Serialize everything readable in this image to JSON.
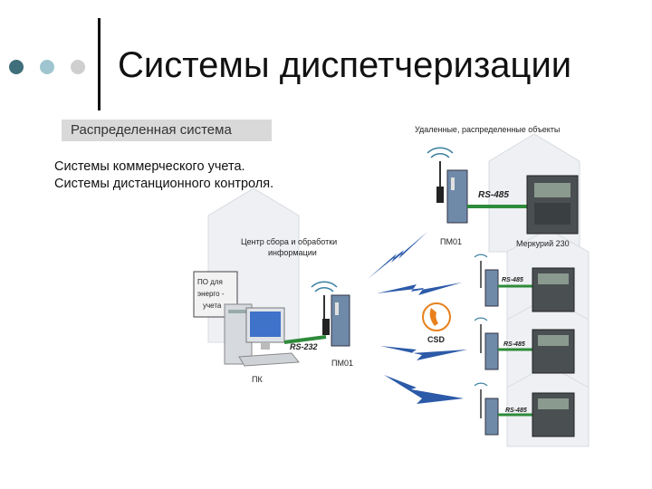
{
  "slide": {
    "title": "Системы диспетчеризации",
    "subtitle": "Распределенная система",
    "lines": [
      "Системы коммерческого учета.",
      "Системы дистанционного контроля."
    ]
  },
  "diagram": {
    "remote_objects_label": "Удаленные, распределенные объекты",
    "center_label_line1": "Центр сбора и обработки",
    "center_label_line2": "информации",
    "software_box_lines": [
      "ПО для",
      "энерго -",
      "учета"
    ],
    "pc_label": "ПК",
    "rs232_label": "RS-232",
    "pm01_center_label": "ПМ01",
    "pm01_remote_label": "ПМ01",
    "meter_label": "Меркурий 230",
    "rs485_label": "RS-485",
    "csd_label": "CSD",
    "rs485_small_labels": [
      "RS-485",
      "RS-485",
      "RS-485"
    ]
  },
  "colors": {
    "dot1": "#3f6f7a",
    "dot2": "#9fc6d0",
    "dot3": "#cfcfcf",
    "lightning": "#2c5aa8",
    "cable": "#2e8b3a",
    "phone": "#e8801c"
  }
}
